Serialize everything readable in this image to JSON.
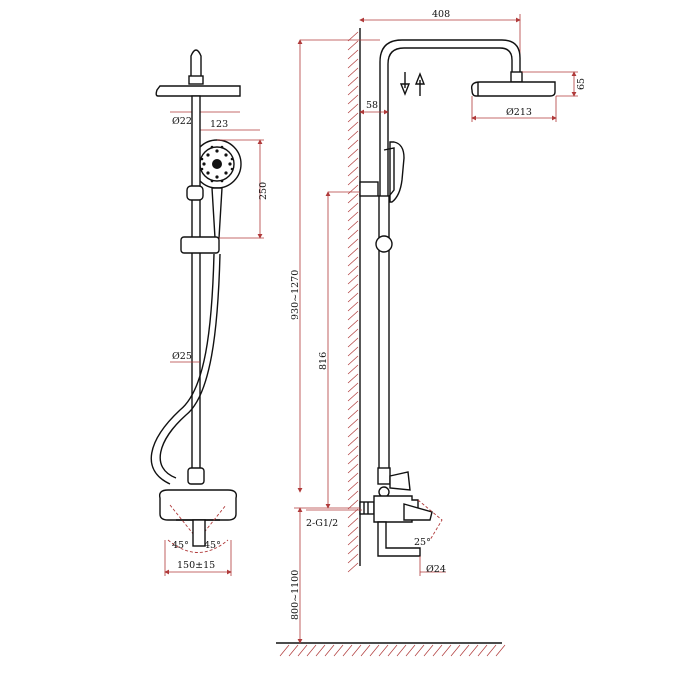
{
  "colors": {
    "object_line": "#111111",
    "dimension_line": "#b03a3a",
    "background": "#ffffff"
  },
  "front_view": {
    "pipe_diameter": "Ø22",
    "hand_shower_width": "123",
    "hand_shower_height": "250",
    "riser_diameter": "Ø25",
    "handle_angle_left": "45°",
    "handle_angle_right": "45°",
    "inlet_spacing": "150±15"
  },
  "side_view": {
    "arm_length": "408",
    "head_height": "65",
    "head_diameter": "Ø213",
    "wall_offset": "58",
    "total_height_range": "930~1270",
    "slide_bar_height": "816",
    "inlet_thread": "2-G1/2",
    "spout_angle": "25°",
    "spout_diameter": "Ø24",
    "mount_height_range": "800~1100"
  },
  "icons": [
    "flow-direction-arrows-icon",
    "wall-hatch-icon",
    "floor-hatch-icon"
  ]
}
